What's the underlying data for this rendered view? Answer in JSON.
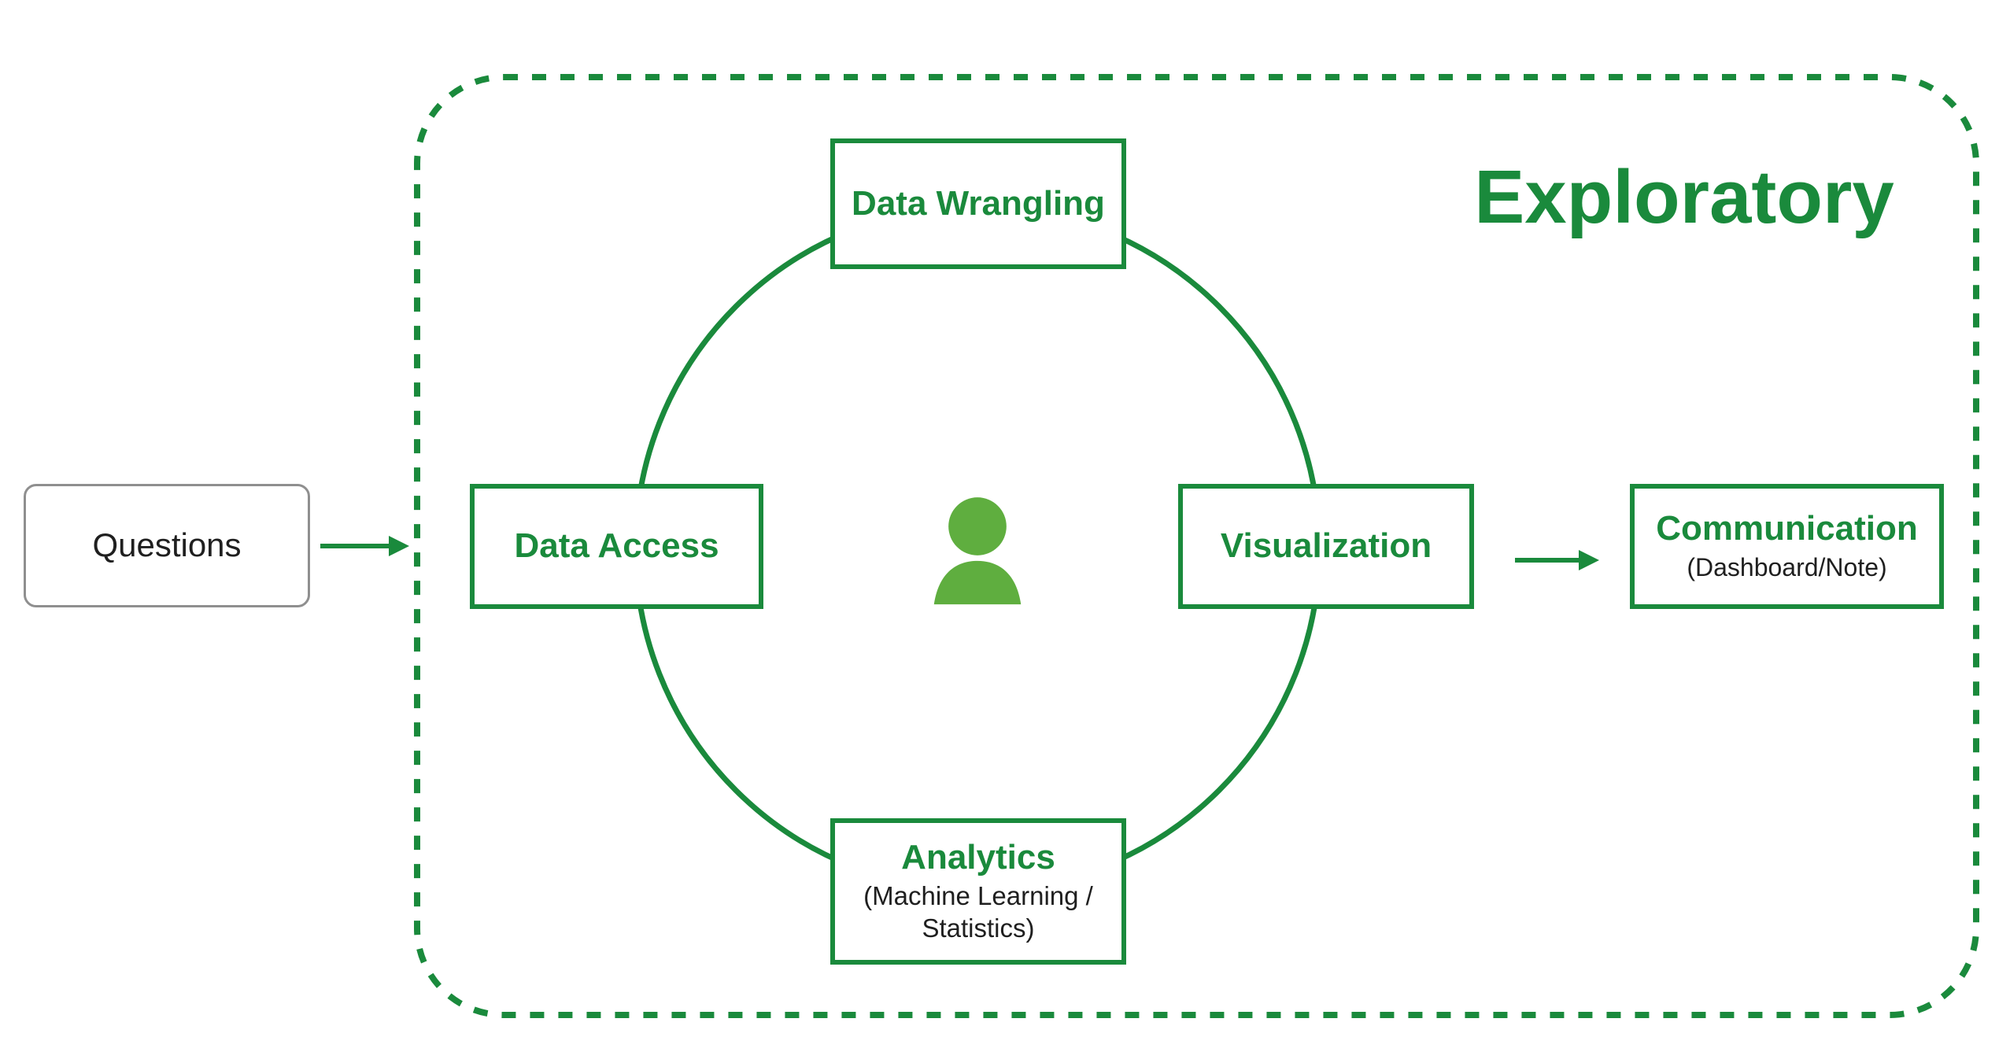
{
  "colors": {
    "green": "#1a8a3c",
    "person_green": "#5fae3f",
    "neutral_border": "#8f8f8f",
    "text_dark": "#1f1f1f",
    "background": "#ffffff"
  },
  "diagram": {
    "title": "Exploratory",
    "nodes": {
      "questions": {
        "label": "Questions"
      },
      "data_access": {
        "label": "Data Access"
      },
      "data_wrangling": {
        "label": "Data Wrangling"
      },
      "visualization": {
        "label": "Visualization"
      },
      "analytics": {
        "label": "Analytics",
        "subtitle": "(Machine Learning / Statistics)"
      },
      "communication": {
        "label": "Communication",
        "subtitle": "(Dashboard/Note)"
      }
    },
    "center_icon": "person-icon",
    "arrows": [
      {
        "from": "Questions",
        "to": "Data Access"
      },
      {
        "from": "Visualization",
        "to": "Communication"
      }
    ]
  }
}
